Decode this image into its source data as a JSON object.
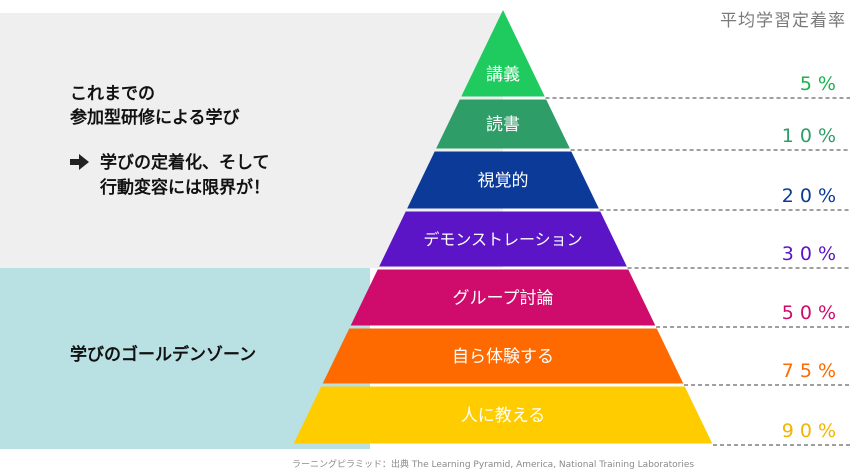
{
  "header": {
    "rate_title": "平均学習定着率"
  },
  "left_panel": {
    "lead_line_1": "これまでの",
    "lead_line_2": "参加型研修による学び",
    "limit_line_1": "学びの定着化、そして",
    "limit_line_2": "行動変容には限界が！",
    "golden_zone": "学びのゴールデンゾーン"
  },
  "pyramid": {
    "levels": [
      {
        "label": "講義",
        "rate": "5%",
        "color": "#1fcb5f",
        "rate_color": "#19b34f"
      },
      {
        "label": "読書",
        "rate": "10%",
        "color": "#2f9d68",
        "rate_color": "#2f9d68"
      },
      {
        "label": "視覚的",
        "rate": "20%",
        "color": "#0b3a99",
        "rate_color": "#0b3a99"
      },
      {
        "label": "デモンストレーション",
        "rate": "30%",
        "color": "#5b14c6",
        "rate_color": "#5b14c6"
      },
      {
        "label": "グループ討論",
        "rate": "50%",
        "color": "#cf0b6b",
        "rate_color": "#cf0b6b"
      },
      {
        "label": "自ら体験する",
        "rate": "75%",
        "color": "#ff6a00",
        "rate_color": "#ff6a00"
      },
      {
        "label": "人に教える",
        "rate": "90%",
        "color": "#ffcc00",
        "rate_color": "#f2b400"
      }
    ]
  },
  "footer": {
    "source": "ラーニングピラミッド：出典 The Learning Pyramid, America, National Training Laboratories"
  },
  "colors": {
    "band_top": "#efefef",
    "band_bottom": "#b9e0e3",
    "dashed_line": "#666666"
  }
}
